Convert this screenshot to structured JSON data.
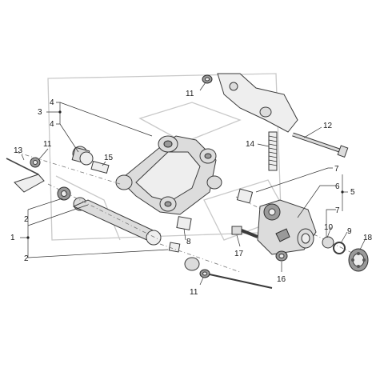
{
  "callouts": [
    {
      "id": "c11a",
      "text": "11"
    },
    {
      "id": "c12",
      "text": "12"
    },
    {
      "id": "c4a",
      "text": "4"
    },
    {
      "id": "c3",
      "text": "3"
    },
    {
      "id": "c4b",
      "text": "4"
    },
    {
      "id": "c13",
      "text": "13"
    },
    {
      "id": "c11b",
      "text": "11"
    },
    {
      "id": "c15",
      "text": "15"
    },
    {
      "id": "c14",
      "text": "14"
    },
    {
      "id": "c7a",
      "text": "7"
    },
    {
      "id": "c6",
      "text": "6"
    },
    {
      "id": "c5",
      "text": "5"
    },
    {
      "id": "c7b",
      "text": "7"
    },
    {
      "id": "c2a",
      "text": "2"
    },
    {
      "id": "c1",
      "text": "1"
    },
    {
      "id": "c2b",
      "text": "2"
    },
    {
      "id": "c8",
      "text": "8"
    },
    {
      "id": "c17",
      "text": "17"
    },
    {
      "id": "c9",
      "text": "9"
    },
    {
      "id": "c18",
      "text": "18"
    },
    {
      "id": "c10",
      "text": "10"
    },
    {
      "id": "c16",
      "text": "16"
    },
    {
      "id": "c11c",
      "text": "11"
    }
  ]
}
